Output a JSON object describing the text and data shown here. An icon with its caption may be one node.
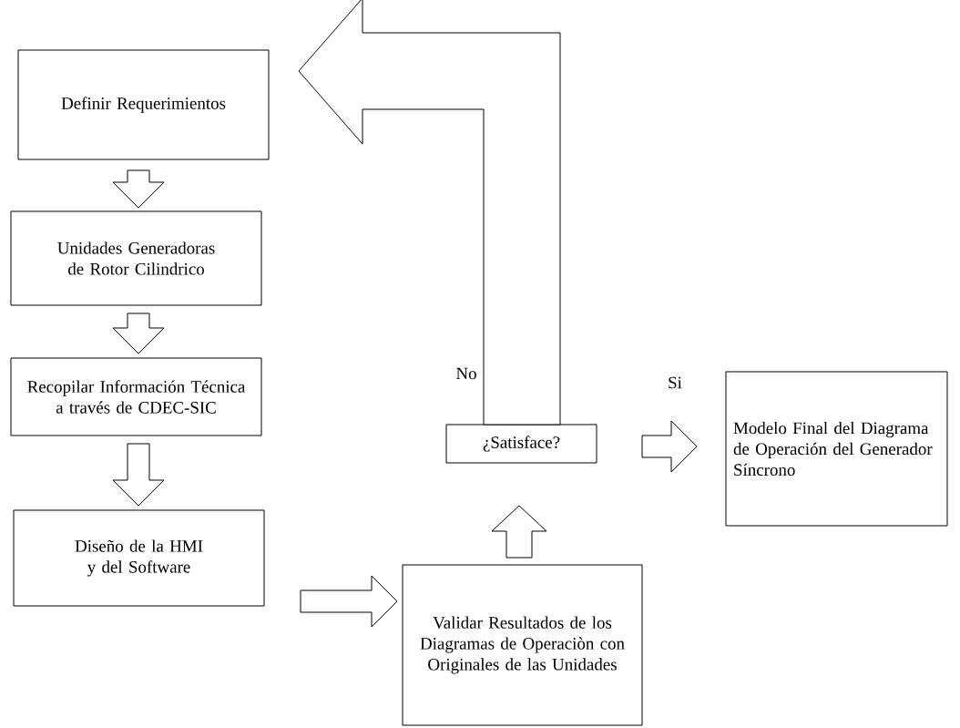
{
  "diagram": {
    "nodes": [
      {
        "text": [
          "Definir Requerimientos"
        ]
      },
      {
        "text": [
          "Unidades Generadoras de Rotor Cilindrico"
        ]
      },
      {
        "text": [
          "Recopilar Información Técnica a través de CDEC-SIC"
        ]
      },
      {
        "text": [
          "Diseño de la HMI y del Software"
        ]
      },
      {
        "text": [
          "Validar Resultados de los Diagramas de Operaciòn con Originales de las Unidades"
        ]
      },
      {
        "text": [
          "¿Satisface?"
        ]
      },
      {
        "text": [
          "Modelo Final del Diagrama de Operación del Generador Síncrono"
        ]
      }
    ],
    "edges": [
      {
        "from": 0,
        "to": 1,
        "arrow": "to"
      },
      {
        "from": 1,
        "to": 2,
        "arrow": "to"
      },
      {
        "from": 2,
        "to": 3,
        "arrow": "to"
      },
      {
        "from": 3,
        "to": 4,
        "arrow": "to"
      },
      {
        "from": 4,
        "to": 5,
        "arrow": "to"
      },
      {
        "from": 5,
        "to": 6,
        "arrow": "to",
        "label": "Si"
      },
      {
        "from": 5,
        "to": 0,
        "arrow": "to"
      }
    ],
    "labels": [
      "No"
    ]
  }
}
